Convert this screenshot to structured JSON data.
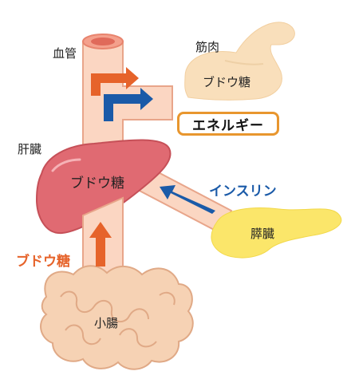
{
  "labels": {
    "blood_vessel": "血管",
    "muscle": "筋肉",
    "glucose_in_muscle": "ブドウ糖",
    "energy": "エネルギー",
    "liver": "肝臓",
    "glucose_in_liver": "ブドウ糖",
    "insulin": "インスリン",
    "pancreas": "膵臓",
    "glucose_side": "ブドウ糖",
    "small_intestine": "小腸"
  },
  "colors": {
    "vessel": "#fbd6c2",
    "vessel_stroke": "#e8a58a",
    "vessel_inner": "#f7c3ad",
    "muscle": "#f9dfbb",
    "liver": "#e06a72",
    "liver_stroke": "#c65058",
    "pancreas": "#fbe66a",
    "intestine": "#f6d2b4",
    "intestine_stroke": "#e0a986",
    "orange_arrow": "#e6632a",
    "blue_arrow": "#1a5aa8",
    "energy_border": "#e8962e",
    "insulin_text": "#1a5aa8",
    "glucose_text": "#e6632a"
  },
  "icons": [
    "orange-arrow-icon",
    "blue-arrow-icon"
  ]
}
